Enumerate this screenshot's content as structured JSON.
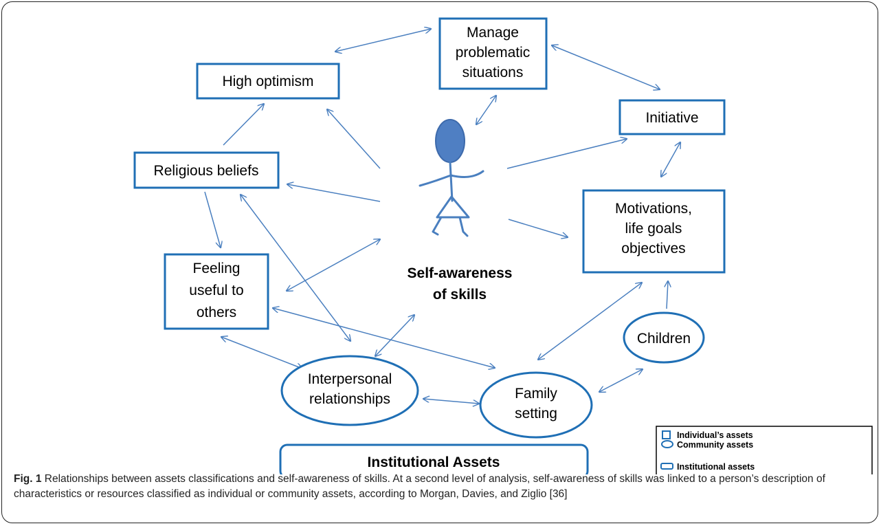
{
  "center": {
    "label_lines": [
      "Self-awareness",
      "of skills"
    ]
  },
  "nodes": {
    "manage": {
      "lines": [
        "Manage",
        "problematic",
        "situations"
      ]
    },
    "optimism": {
      "lines": [
        "High optimism"
      ]
    },
    "initiative": {
      "lines": [
        "Initiative"
      ]
    },
    "religious": {
      "lines": [
        "Religious beliefs"
      ]
    },
    "motivations": {
      "lines": [
        "Motivations,",
        "life goals",
        "objectives"
      ]
    },
    "feeling": {
      "lines": [
        "Feeling",
        "useful to",
        "others"
      ]
    },
    "children": {
      "lines": [
        "Children"
      ]
    },
    "interpersonal": {
      "lines": [
        "Interpersonal",
        "relationships"
      ]
    },
    "family": {
      "lines": [
        "Family",
        "setting"
      ]
    }
  },
  "institutional": {
    "label": "Institutional Assets"
  },
  "legend": {
    "items": [
      {
        "shape": "square",
        "label": "Individual’s assets"
      },
      {
        "shape": "ellipse",
        "label": "Community assets"
      },
      {
        "shape": "rounded-rect",
        "label": "Institutional assets"
      }
    ]
  },
  "caption": {
    "label": "Fig. 1",
    "text": "Relationships between assets classifications and self-awareness of skills. At a second level of analysis, self-awareness of skills was linked to a person’s description of characteristics or resources classified as individual or community assets, according to Morgan, Davies, and Ziglio [36]"
  },
  "colors": {
    "shape_stroke": "#1f6fb5",
    "arrow": "#4a7fbf",
    "figure_fill": "#4f7fc3"
  }
}
